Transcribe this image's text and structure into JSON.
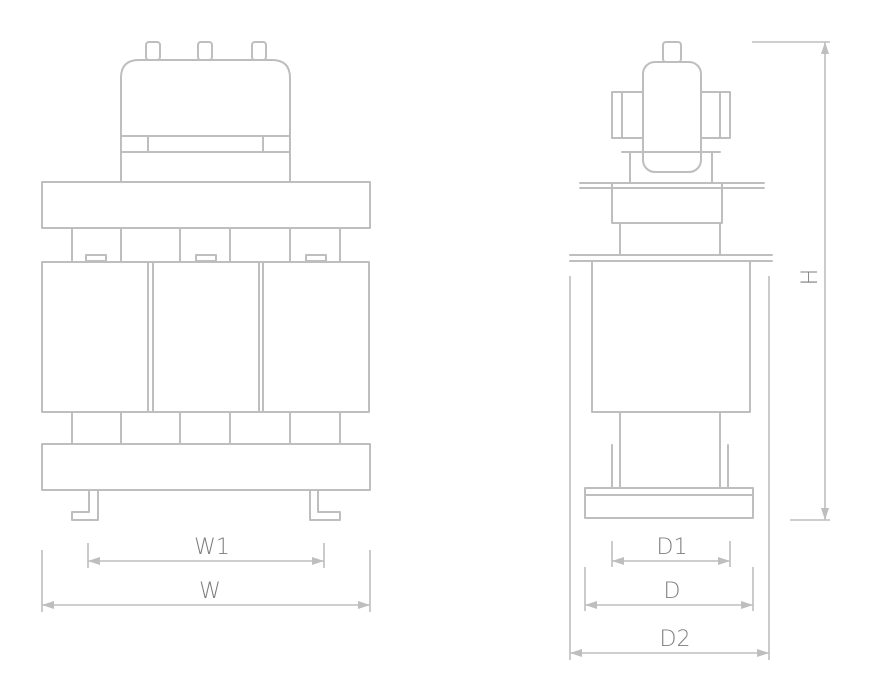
{
  "colors": {
    "line": "#bebebe",
    "text": "#7d7d7d",
    "background": "#ffffff"
  },
  "labels": {
    "w1": "W1",
    "w": "W",
    "d1": "D1",
    "d": "D",
    "d2": "D2",
    "h": "H"
  }
}
